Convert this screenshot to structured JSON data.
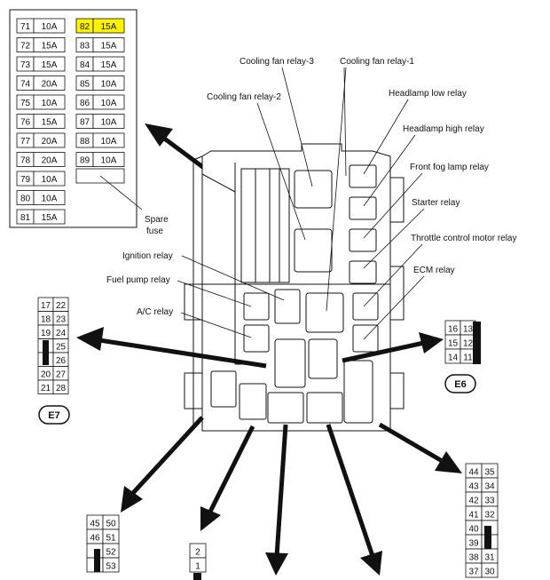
{
  "fuse_table": {
    "left": [
      {
        "id": "71",
        "amp": "10A"
      },
      {
        "id": "72",
        "amp": "15A"
      },
      {
        "id": "73",
        "amp": "15A"
      },
      {
        "id": "74",
        "amp": "20A"
      },
      {
        "id": "75",
        "amp": "10A"
      },
      {
        "id": "76",
        "amp": "15A"
      },
      {
        "id": "77",
        "amp": "20A"
      },
      {
        "id": "78",
        "amp": "20A"
      },
      {
        "id": "79",
        "amp": "10A"
      },
      {
        "id": "80",
        "amp": "10A"
      },
      {
        "id": "81",
        "amp": "15A"
      }
    ],
    "right": [
      {
        "id": "82",
        "amp": "15A",
        "highlight": true
      },
      {
        "id": "83",
        "amp": "15A"
      },
      {
        "id": "84",
        "amp": "15A"
      },
      {
        "id": "85",
        "amp": "10A"
      },
      {
        "id": "86",
        "amp": "10A"
      },
      {
        "id": "87",
        "amp": "10A"
      },
      {
        "id": "88",
        "amp": "10A"
      },
      {
        "id": "89",
        "amp": "10A"
      }
    ],
    "spare_label_1": "Spare",
    "spare_label_2": "fuse",
    "highlight_color": "#fff200"
  },
  "relays": {
    "cooling_fan_3": "Cooling fan relay-3",
    "cooling_fan_1": "Cooling fan relay-1",
    "cooling_fan_2": "Cooling fan relay-2",
    "headlamp_low": "Headlamp low relay",
    "headlamp_high": "Headlamp high relay",
    "front_fog": "Front fog lamp relay",
    "starter": "Starter relay",
    "throttle": "Throttle control motor relay",
    "ecm": "ECM relay",
    "ignition": "Ignition relay",
    "fuel_pump": "Fuel pump relay",
    "ac": "A/C relay"
  },
  "connectors": {
    "e7": {
      "label": "E7",
      "rows": [
        [
          "17",
          "22"
        ],
        [
          "18",
          "23"
        ],
        [
          "19",
          "24"
        ],
        [
          "",
          "25"
        ],
        [
          "",
          "26"
        ],
        [
          "20",
          "27"
        ],
        [
          "21",
          "28"
        ]
      ]
    },
    "e6": {
      "label": "E6",
      "rows": [
        [
          "16",
          "13"
        ],
        [
          "15",
          "12"
        ],
        [
          "14",
          "11"
        ]
      ]
    },
    "bottom_left": {
      "rows": [
        [
          "45",
          "50"
        ],
        [
          "46",
          "51"
        ],
        [
          "",
          "52"
        ],
        [
          "",
          "53"
        ]
      ]
    },
    "bottom_small": {
      "rows": [
        [
          "2"
        ],
        [
          "1"
        ]
      ]
    },
    "bottom_right": {
      "rows": [
        [
          "44",
          "35"
        ],
        [
          "43",
          "34"
        ],
        [
          "42",
          "33"
        ],
        [
          "41",
          "32"
        ],
        [
          "40",
          ""
        ],
        [
          "39",
          ""
        ],
        [
          "38",
          "31"
        ],
        [
          "37",
          "30"
        ]
      ]
    }
  }
}
